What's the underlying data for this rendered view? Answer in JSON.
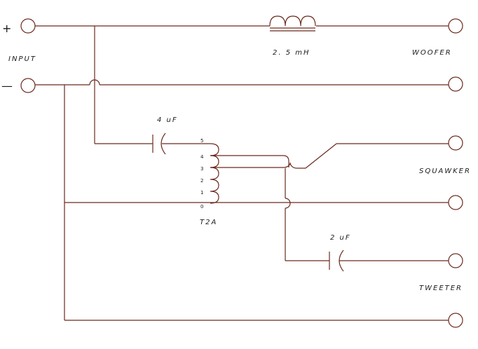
{
  "labels": {
    "input": "INPUT",
    "plus": "+",
    "minus": "—",
    "inductor": "2. 5  mH",
    "woofer": "WOOFER",
    "squawker": "SQUAWKER",
    "tweeter": "TWEETER",
    "cap1": "4  uF",
    "cap2": "2  uF",
    "transformer": "T2A"
  },
  "taps": [
    "5",
    "4",
    "3",
    "2",
    "1",
    "0"
  ],
  "colors": {
    "wire": "#6b2a1e",
    "text": "#1a1a1a",
    "background": "#ffffff"
  }
}
